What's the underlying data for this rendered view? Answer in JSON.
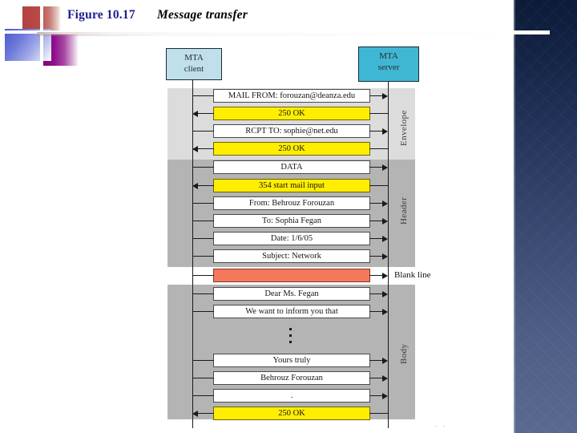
{
  "slide": {
    "figure_number": "Figure 10.17",
    "figure_title": "Message transfer",
    "artifact_mark": "- -"
  },
  "diagram": {
    "endpoints": {
      "client": {
        "line1": "MTA",
        "line2": "client",
        "color": "#bfe0ea"
      },
      "server": {
        "line1": "MTA",
        "line2": "server",
        "color": "#3fb7d4"
      }
    },
    "sections": [
      {
        "key": "envelope",
        "label": "Envelope",
        "color": "#dcdcdc"
      },
      {
        "key": "header",
        "label": "Header",
        "color": "#b4b4b4"
      },
      {
        "key": "body",
        "label": "Body",
        "color": "#b4b4b4"
      }
    ],
    "blank_line_note": "Blank line",
    "ellipsis_note": "vertical-ellipsis",
    "messages": [
      {
        "text": "MAIL FROM: forouzan@deanza.edu",
        "direction": "to-server",
        "fill": "white"
      },
      {
        "text": "250 OK",
        "direction": "to-client",
        "fill": "yellow"
      },
      {
        "text": "RCPT TO: sophie@net.edu",
        "direction": "to-server",
        "fill": "white"
      },
      {
        "text": "250 OK",
        "direction": "to-client",
        "fill": "yellow"
      },
      {
        "text": "DATA",
        "direction": "to-server",
        "fill": "white"
      },
      {
        "text": "354 start mail input",
        "direction": "to-client",
        "fill": "yellow"
      },
      {
        "text": "From: Behrouz Forouzan",
        "direction": "to-server",
        "fill": "white"
      },
      {
        "text": "To: Sophia Fegan",
        "direction": "to-server",
        "fill": "white"
      },
      {
        "text": "Date: 1/6/05",
        "direction": "to-server",
        "fill": "white"
      },
      {
        "text": "Subject: Network",
        "direction": "to-server",
        "fill": "white"
      },
      {
        "text": "",
        "direction": "to-server",
        "fill": "salmon"
      },
      {
        "text": "Dear Ms. Fegan",
        "direction": "to-server",
        "fill": "white"
      },
      {
        "text": "We want to inform you that",
        "direction": "to-server",
        "fill": "white"
      },
      {
        "text": "Yours truly",
        "direction": "to-server",
        "fill": "white"
      },
      {
        "text": "Behrouz Forouzan",
        "direction": "to-server",
        "fill": "white"
      },
      {
        "text": ".",
        "direction": "to-server",
        "fill": "white"
      },
      {
        "text": "250 OK",
        "direction": "to-client",
        "fill": "yellow"
      }
    ]
  }
}
